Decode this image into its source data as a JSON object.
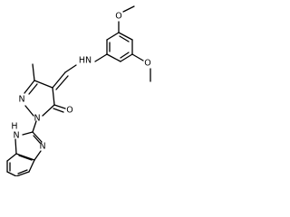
{
  "structure": {
    "atom_labels": {
      "nh_amine": "HN",
      "o_top": "O",
      "o_right": "O",
      "n_pyrazole_upper": "N",
      "n_pyrazole_lower": "N",
      "o_carbonyl": "O",
      "n_benzimidazole_nh": "N",
      "h_benzimidazole": "H",
      "n_benzimidazole": "N"
    }
  }
}
